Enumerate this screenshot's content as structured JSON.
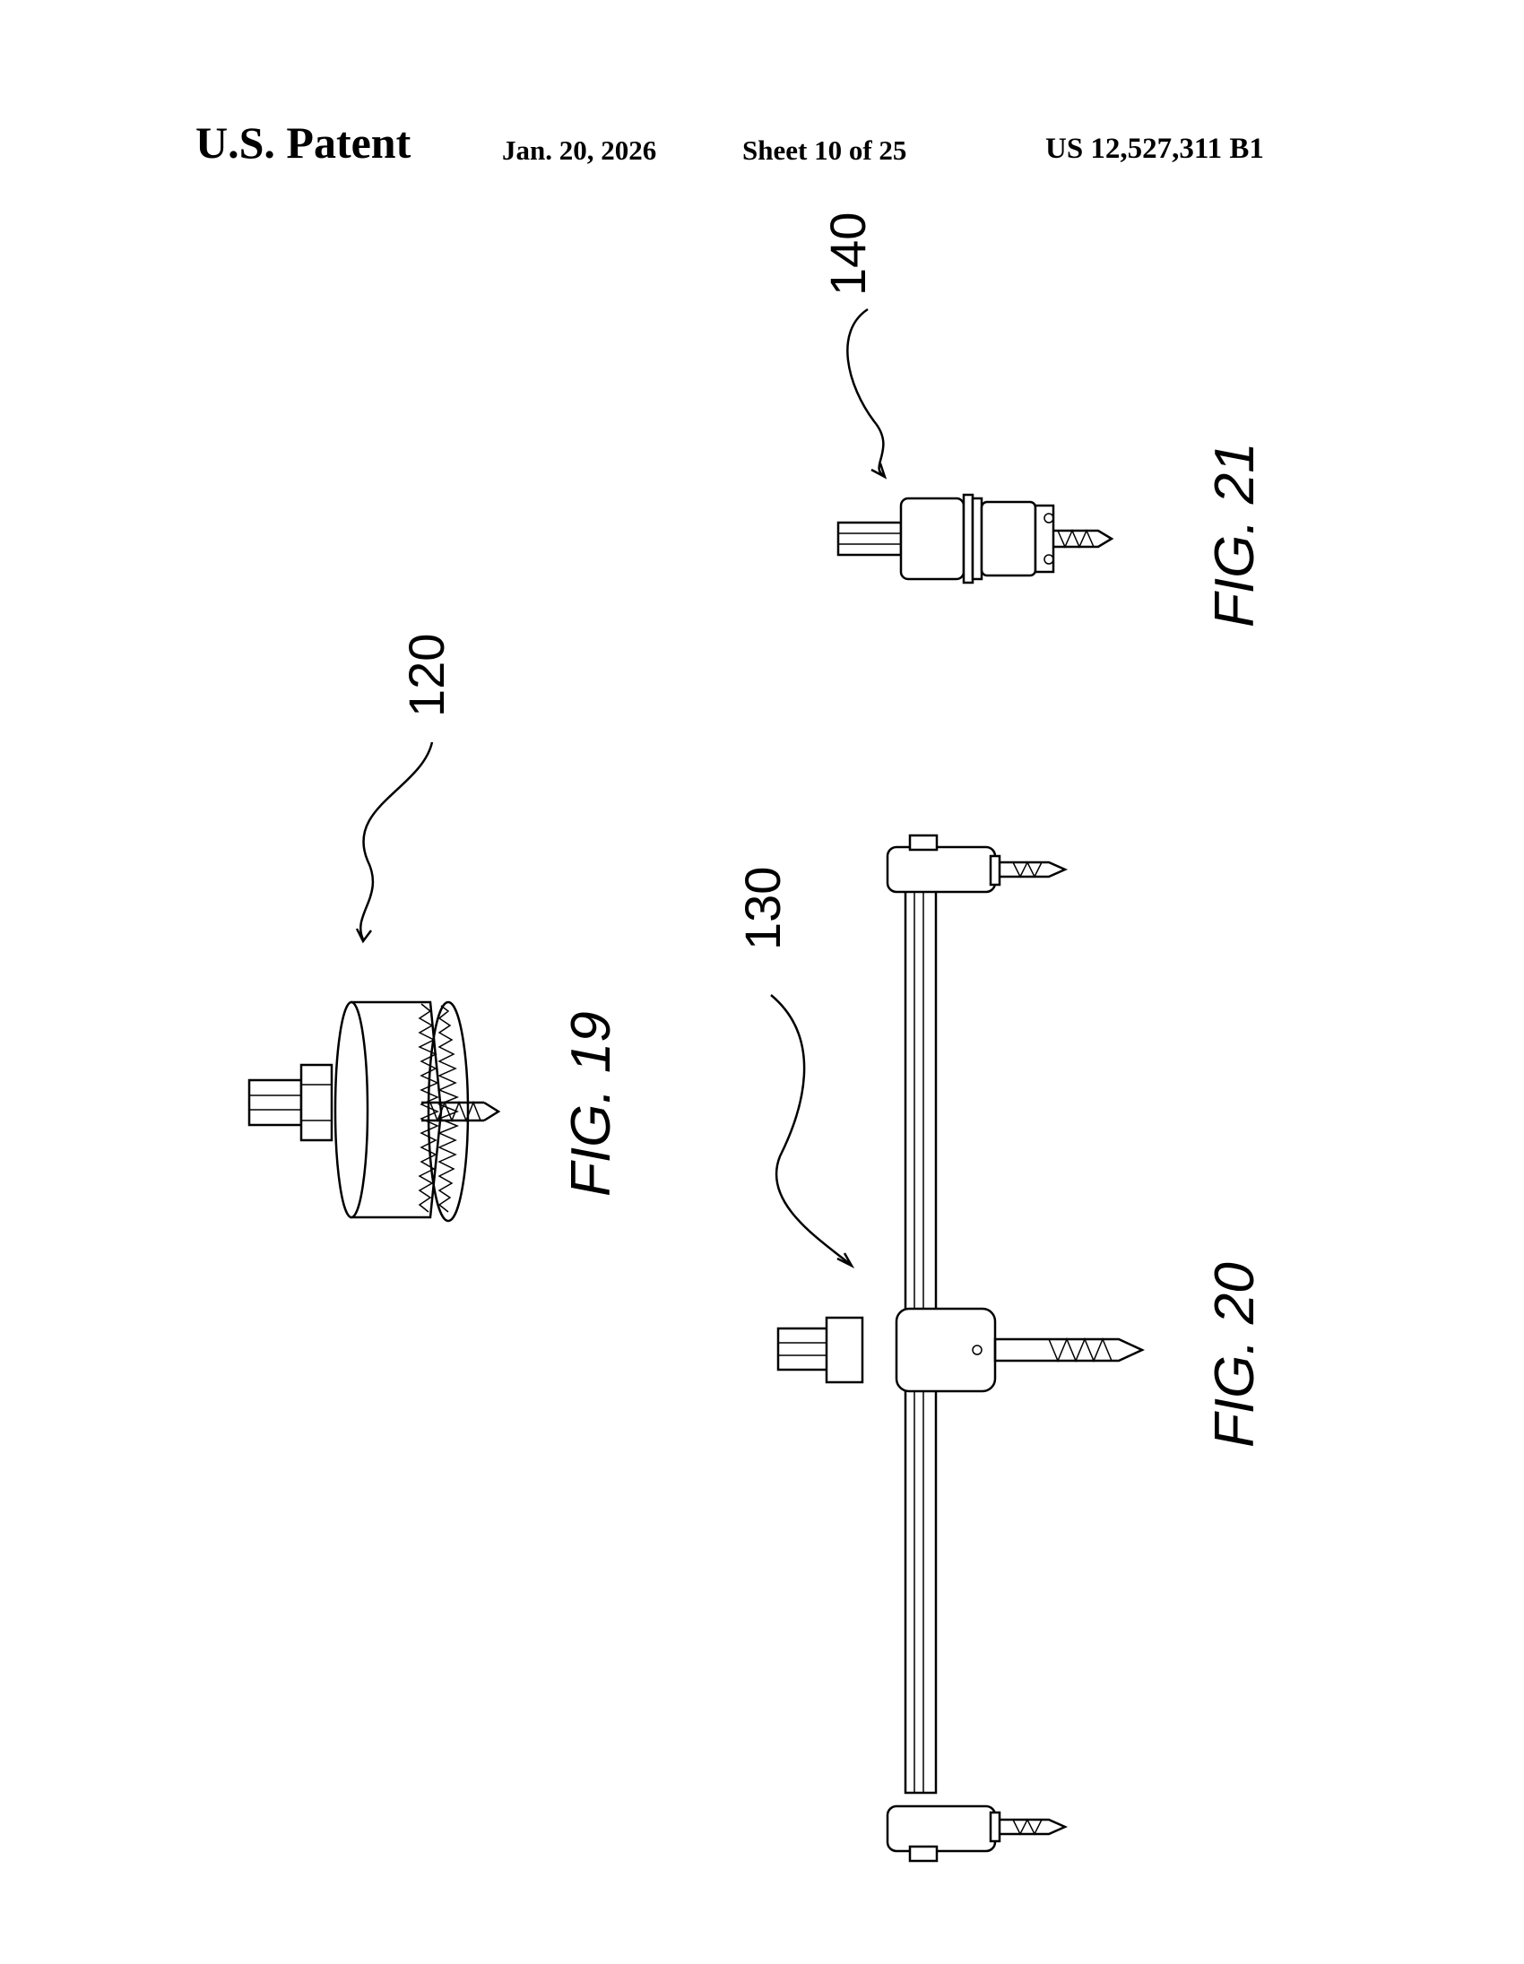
{
  "header": {
    "title": "U.S. Patent",
    "date": "Jan. 20, 2026",
    "sheet": "Sheet 10 of 25",
    "patent_number": "US 12,527,311 B1"
  },
  "figures": [
    {
      "label": "FIG. 19",
      "reference": "120",
      "subject": "hole saw with pilot drill"
    },
    {
      "label": "FIG. 20",
      "reference": "130",
      "subject": "adjustable circle cutter with center drill and two side cutters"
    },
    {
      "label": "FIG. 21",
      "reference": "140",
      "subject": "annular cutter with pilot drill"
    }
  ]
}
